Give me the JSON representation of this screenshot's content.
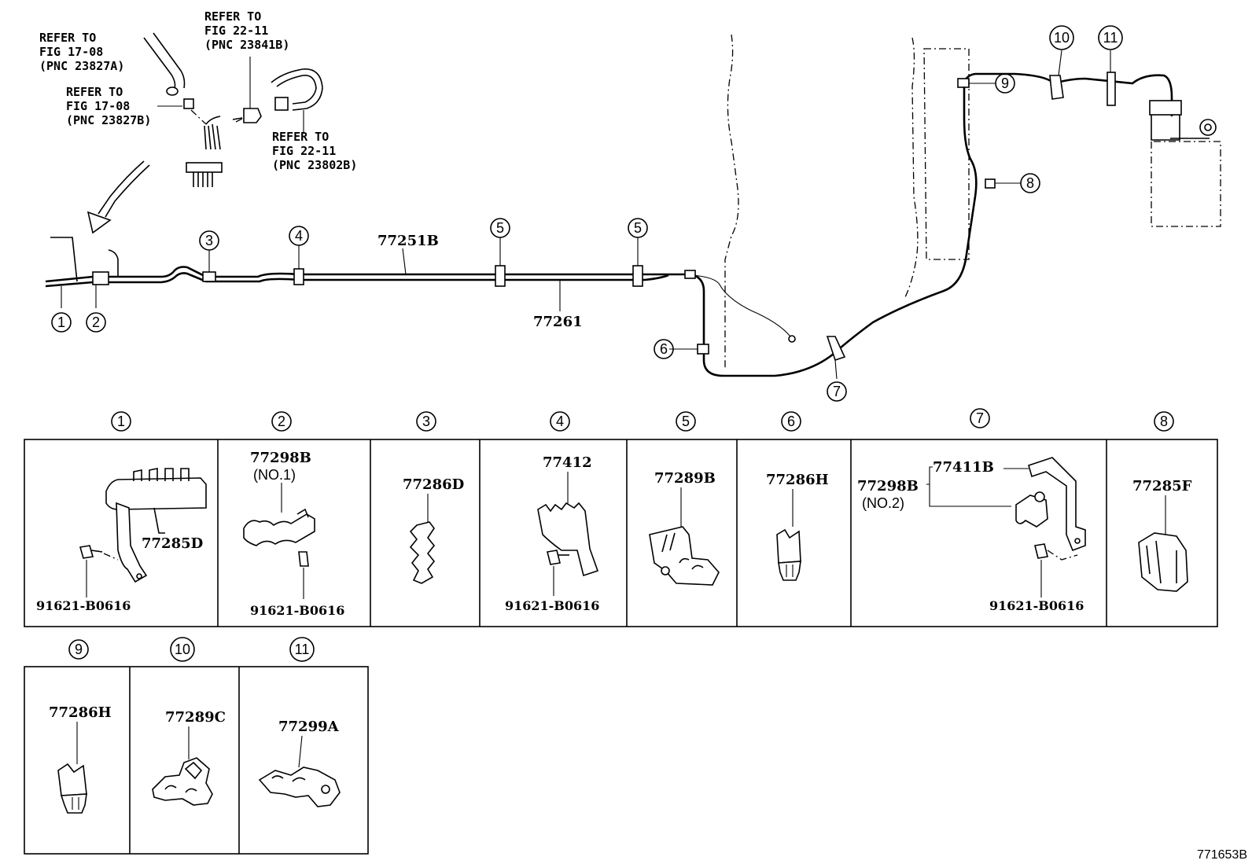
{
  "references": [
    {
      "line1": "REFER TO",
      "line2": "FIG 17-08",
      "line3": "(PNC 23827A)"
    },
    {
      "line1": "REFER TO",
      "line2": "FIG 17-08",
      "line3": "(PNC 23827B)"
    },
    {
      "line1": "REFER TO",
      "line2": "FIG 22-11",
      "line3": "(PNC 23841B)"
    },
    {
      "line1": "REFER TO",
      "line2": "FIG 22-11",
      "line3": "(PNC 23802B)"
    }
  ],
  "callouts": [
    "1",
    "2",
    "3",
    "4",
    "5",
    "6",
    "7",
    "8",
    "9",
    "10",
    "11"
  ],
  "main_parts": {
    "tube_upper": "77251B",
    "tube_lower": "77261"
  },
  "detail_panels": [
    {
      "callout": "1",
      "parts": [
        "77285D"
      ],
      "bolt": "91621-B0616"
    },
    {
      "callout": "2",
      "parts": [
        "77298B"
      ],
      "note": "(NO.1)",
      "bolt": "91621-B0616"
    },
    {
      "callout": "3",
      "parts": [
        "77286D"
      ]
    },
    {
      "callout": "4",
      "parts": [
        "77412"
      ],
      "bolt": "91621-B0616"
    },
    {
      "callout": "5",
      "parts": [
        "77289B"
      ]
    },
    {
      "callout": "6",
      "parts": [
        "77286H"
      ]
    },
    {
      "callout": "7",
      "parts": [
        "77298B",
        "77411B"
      ],
      "note": "(NO.2)",
      "bolt": "91621-B0616"
    },
    {
      "callout": "8",
      "parts": [
        "77285F"
      ]
    },
    {
      "callout": "9",
      "parts": [
        "77286H"
      ]
    },
    {
      "callout": "10",
      "parts": [
        "77289C"
      ]
    },
    {
      "callout": "11",
      "parts": [
        "77299A"
      ]
    }
  ],
  "figure_id": "771653B"
}
